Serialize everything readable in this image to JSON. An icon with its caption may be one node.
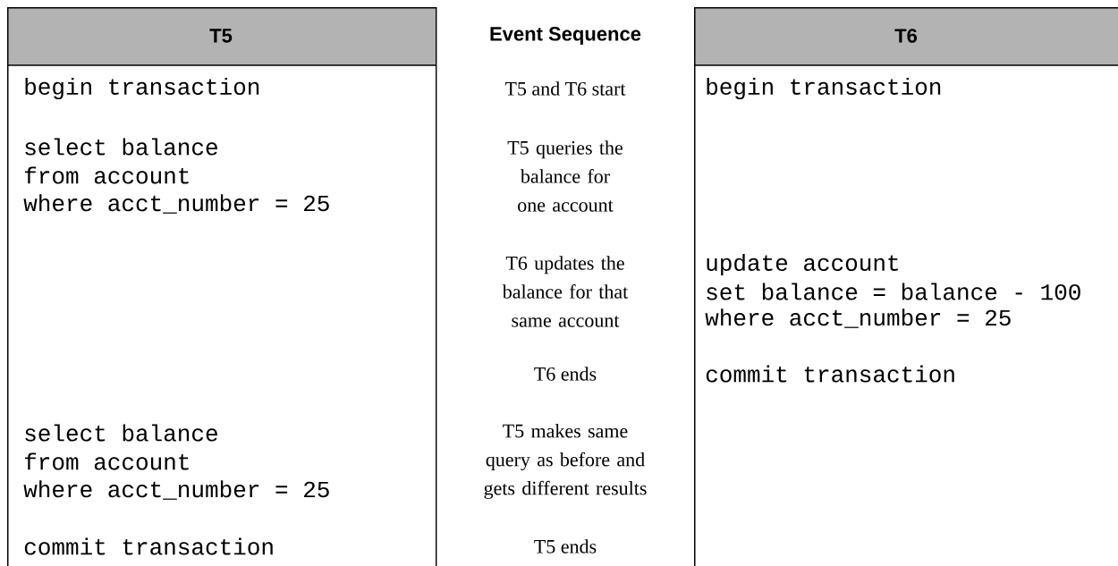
{
  "diagram": {
    "nodes": [
      {
        "text": [
          "T5",
          "begin transaction",
          "select balance",
          "from account",
          "where acct_number = 25",
          "select balance",
          "from account",
          "where acct_number = 25",
          "commit transaction"
        ]
      },
      {
        "text": [
          "T6",
          "begin transaction",
          "update account",
          "set balance = balance - 100",
          "where acct_number = 25",
          "commit transaction"
        ]
      }
    ],
    "labels": [
      "Event Sequence",
      "T5 and T6 start",
      "T5 queries the balance for one account",
      "T6 updates the balance for that same account",
      "T6 ends",
      "T5 makes same query as before and gets different results",
      "T5 ends"
    ]
  }
}
